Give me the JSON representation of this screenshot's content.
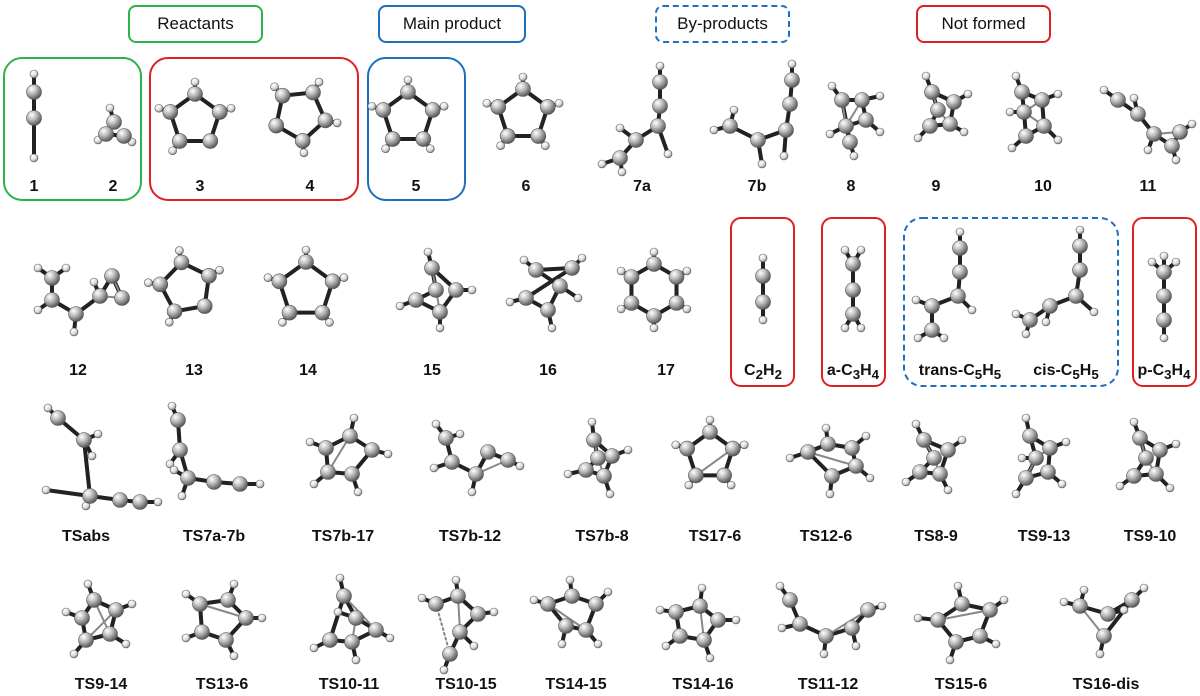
{
  "categories": {
    "reactants": "Reactants",
    "main_product": "Main product",
    "by_products": "By-products",
    "not_formed": "Not formed"
  },
  "colors": {
    "reactants": "#2db34a",
    "main_product": "#1f6fbf",
    "by_products": "#1f6fbf",
    "not_formed": "#e02020",
    "atom_c": "#b0b0b0",
    "atom_h": "#e8e8e8",
    "bond": "#222222"
  },
  "rows": {
    "row1": [
      "1",
      "2",
      "3",
      "4",
      "5",
      "6",
      "7a",
      "7b",
      "8",
      "9",
      "10",
      "11"
    ],
    "row2_plain": [
      "12",
      "13",
      "14",
      "15",
      "16",
      "17"
    ],
    "row3": [
      "TSabs",
      "TS7a-7b",
      "TS7b-17",
      "TS7b-12",
      "TS7b-8",
      "TS17-6",
      "TS12-6",
      "TS8-9",
      "TS9-13",
      "TS9-10"
    ],
    "row4": [
      "TS9-14",
      "TS13-6",
      "TS10-11",
      "TS10-15",
      "TS14-15",
      "TS14-16",
      "TS11-12",
      "TS15-6",
      "TS16-dis"
    ]
  },
  "formula_labels": {
    "c2h2": {
      "base": "C",
      "s1": "2",
      "mid": "H",
      "s2": "2"
    },
    "a_c3h4": {
      "pre": "a-",
      "base": "C",
      "s1": "3",
      "mid": "H",
      "s2": "4"
    },
    "trans_c5h5": {
      "pre": "trans-",
      "base": "C",
      "s1": "5",
      "mid": "H",
      "s2": "5"
    },
    "cis_c5h5": {
      "pre": "cis-",
      "base": "C",
      "s1": "5",
      "mid": "H",
      "s2": "5"
    },
    "p_c3h4": {
      "pre": "p-",
      "base": "C",
      "s1": "3",
      "mid": "H",
      "s2": "4"
    }
  }
}
